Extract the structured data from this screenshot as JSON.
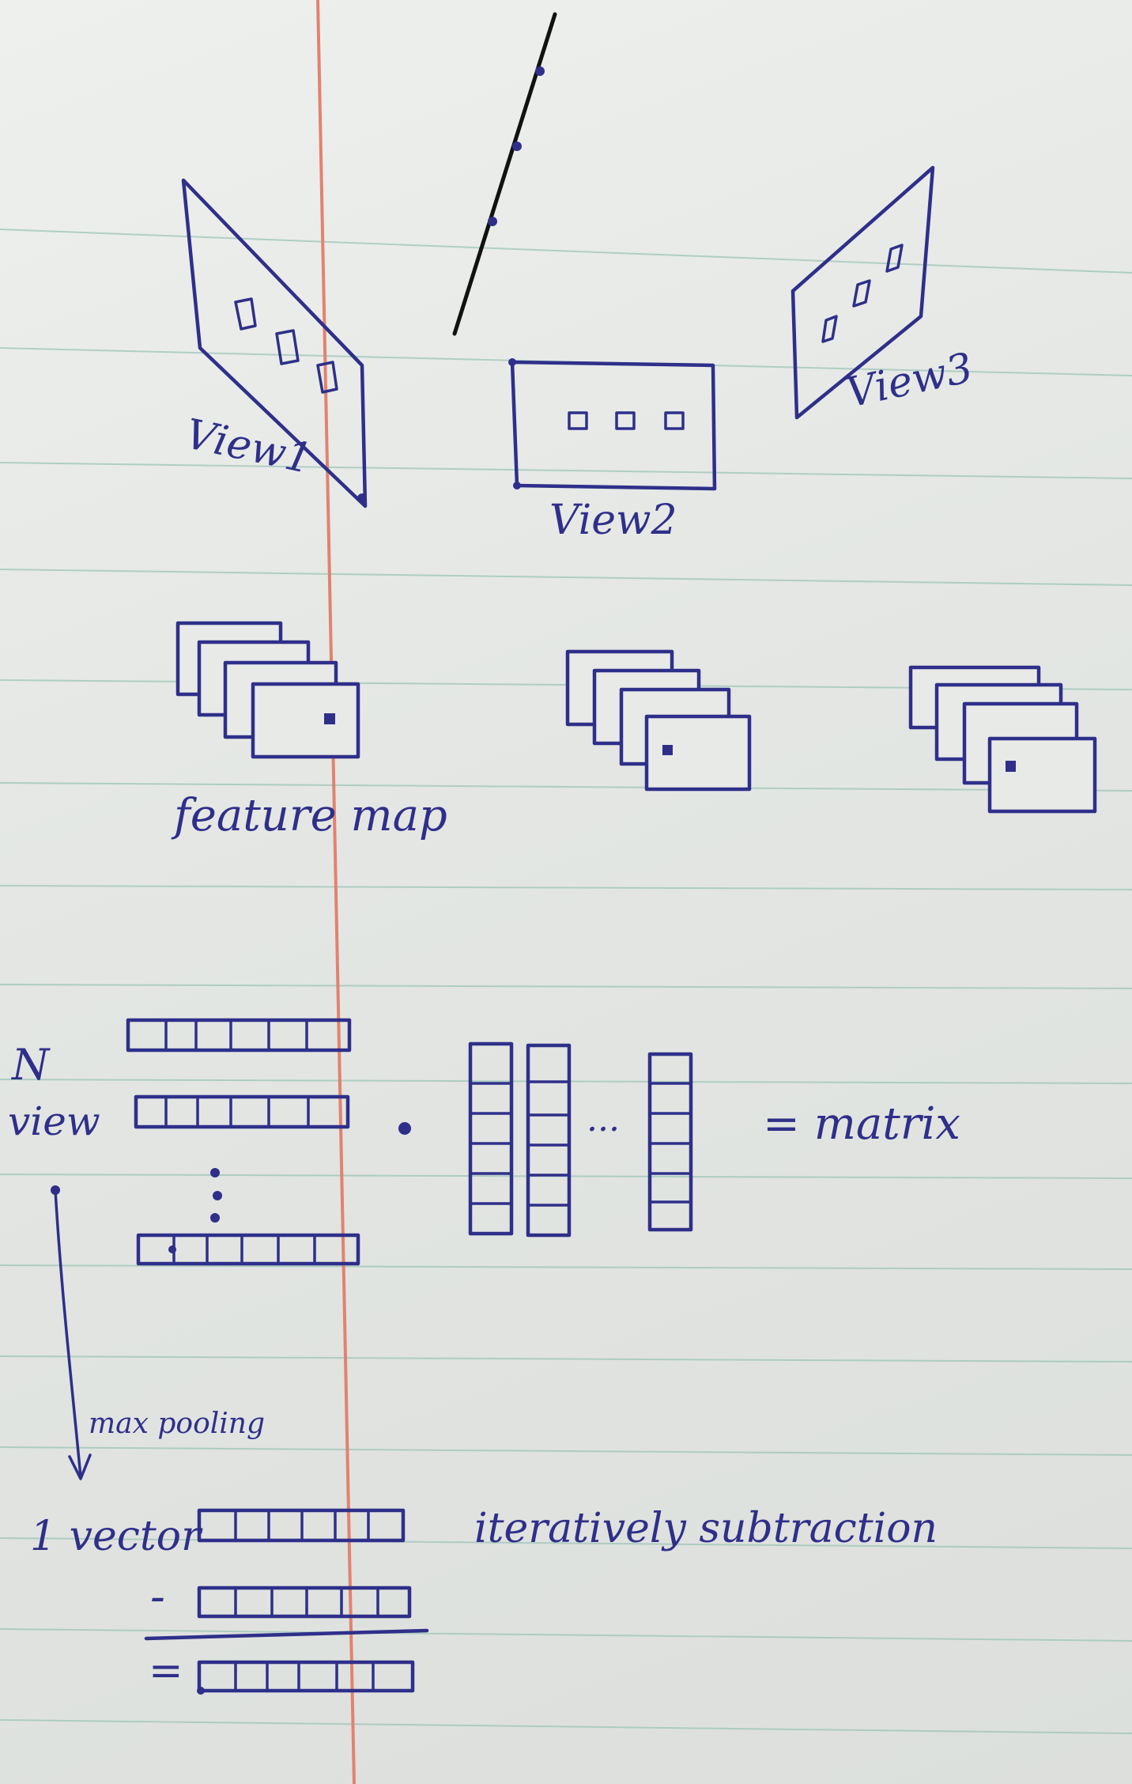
{
  "colors": {
    "ink": "#2f2f8a",
    "paper": "#e6e8e6",
    "rule_line": "#9fc4b8",
    "margin_line": "#e2826f"
  },
  "labels": {
    "view1": "View1",
    "view2": "View2",
    "view3": "View3",
    "feature_map": "feature map",
    "n_view_line1": "N",
    "n_view_line2": "view",
    "ellipsis": "...",
    "equals_matrix": "= matrix",
    "max_pooling": "max pooling",
    "one_vector": "1 vector",
    "iteratively": "iteratively subtraction",
    "minus": "-",
    "equals": "="
  }
}
